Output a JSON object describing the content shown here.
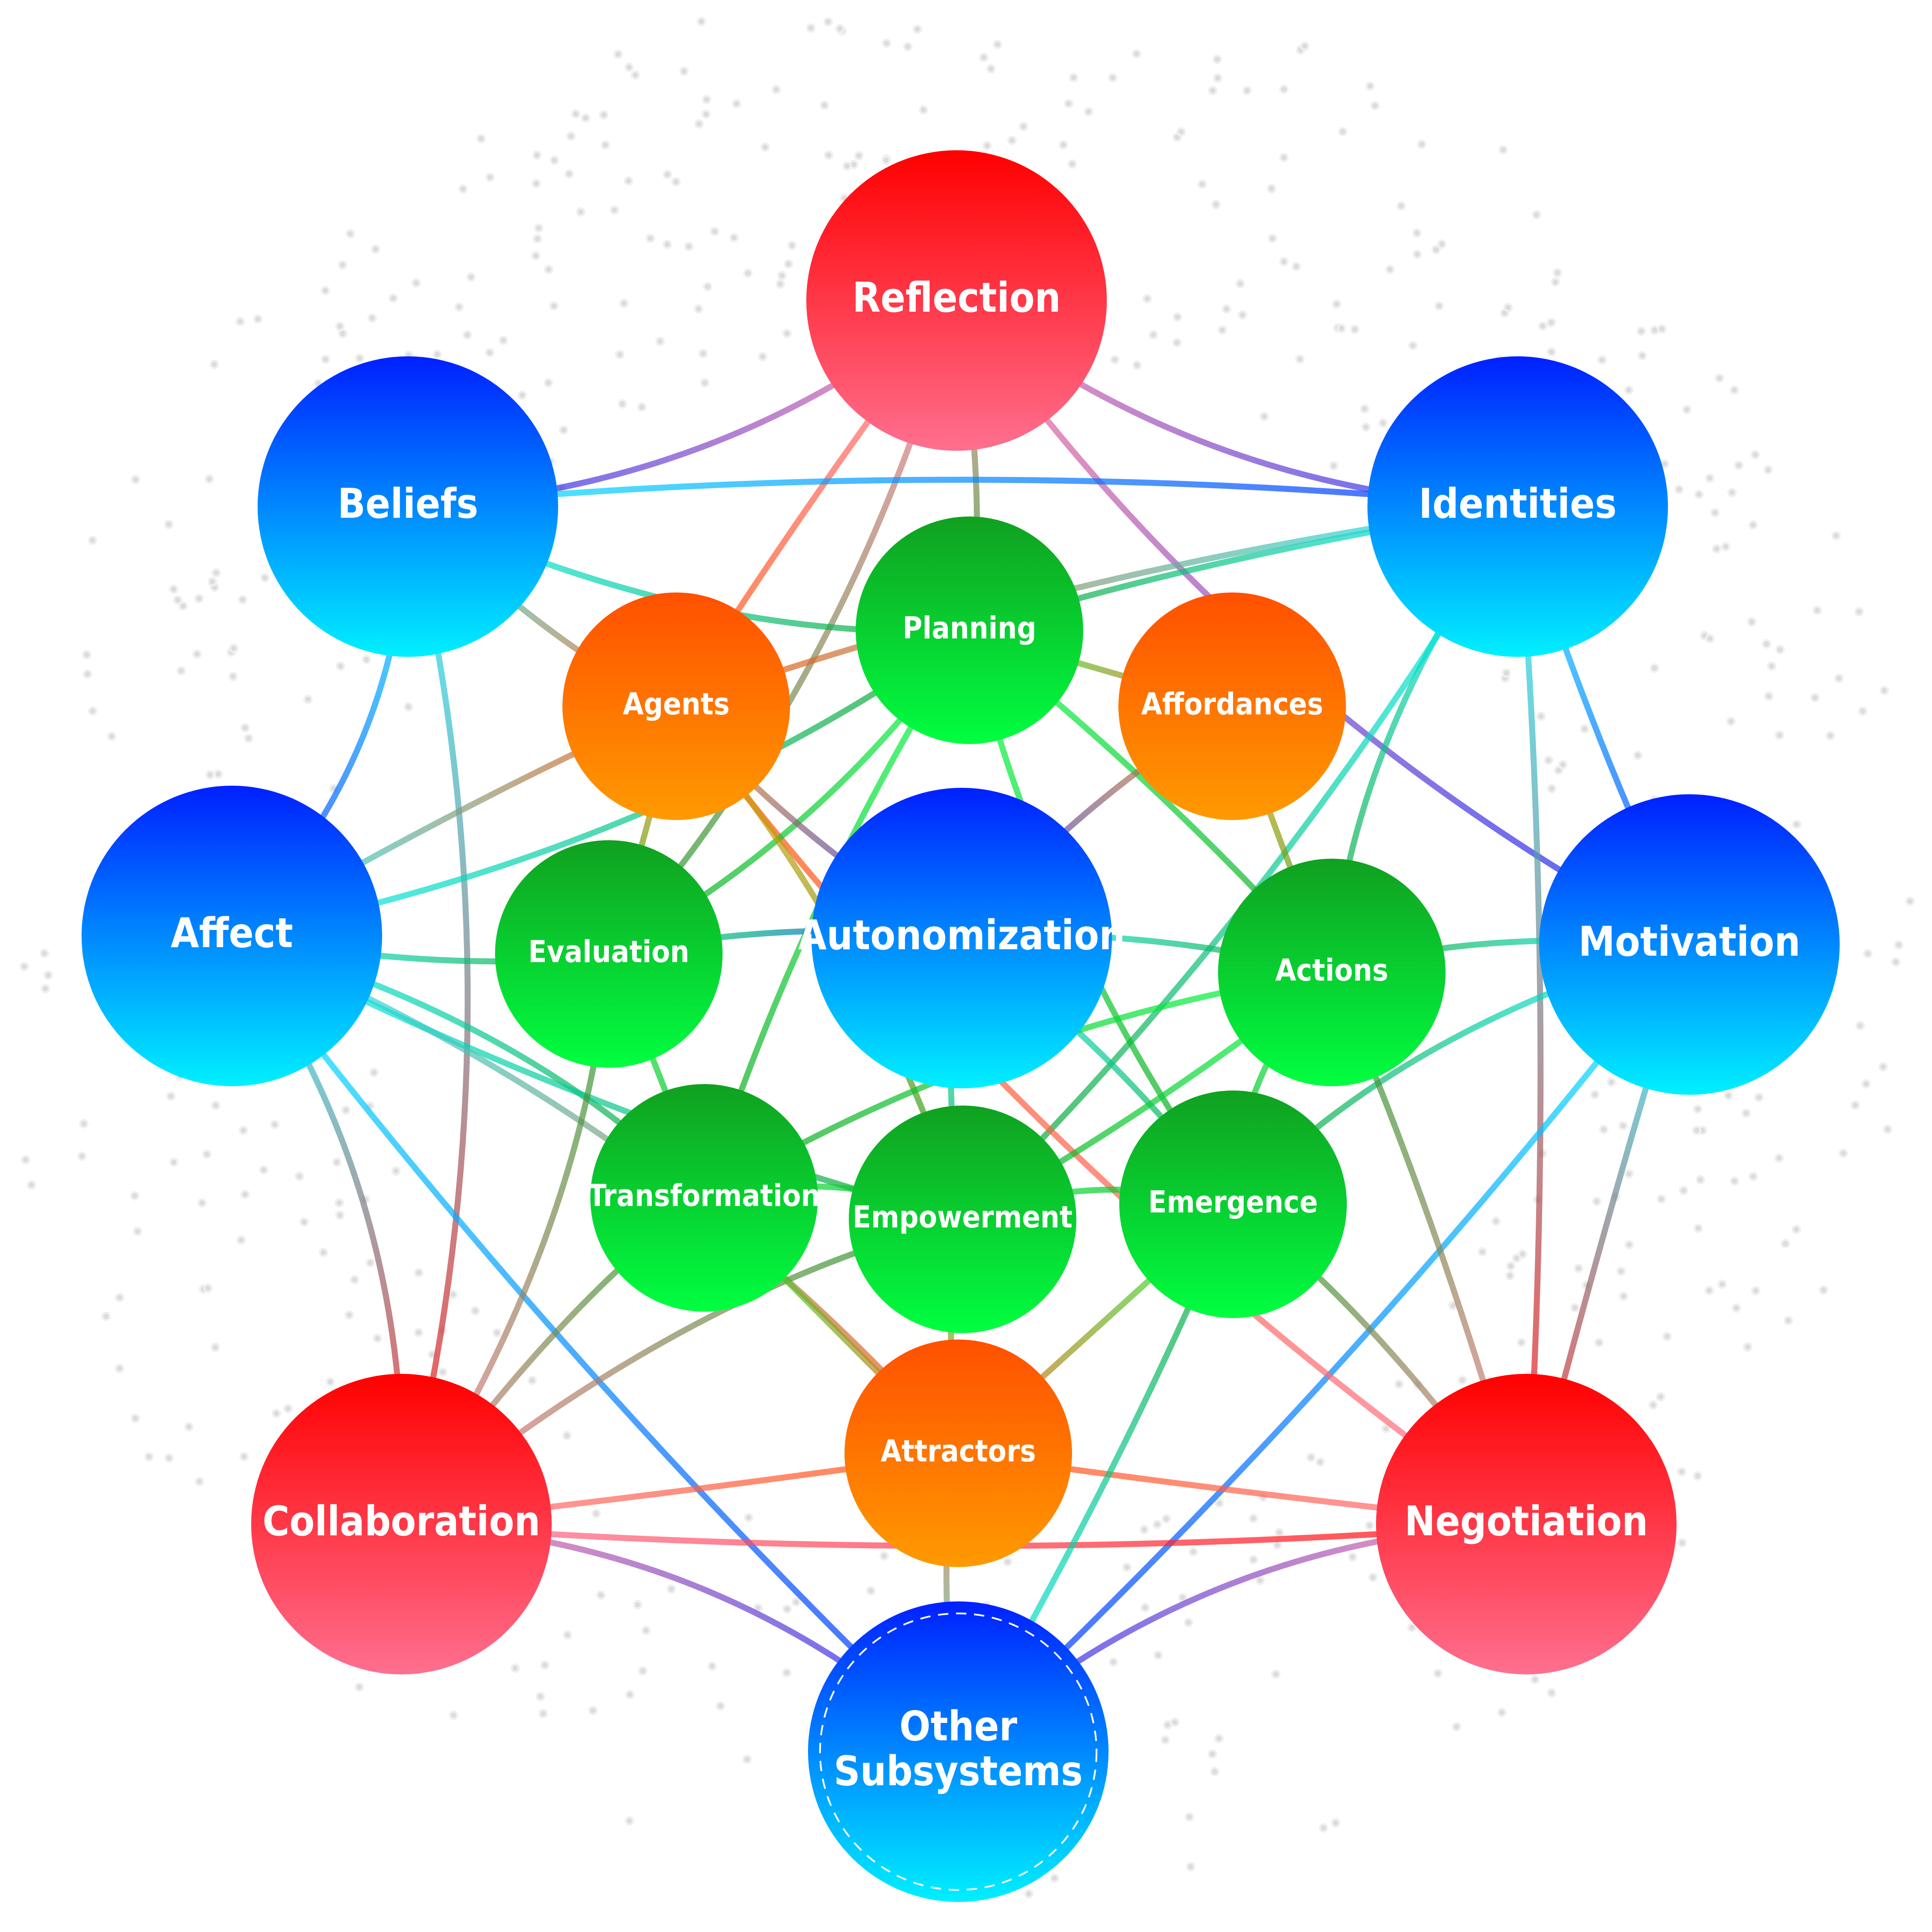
{
  "diagram": {
    "title": "Autonomization network",
    "center": {
      "id": "autonomization",
      "label": "Autonomization",
      "group": "blue"
    },
    "nodes": [
      {
        "id": "reflection",
        "label": "Reflection",
        "group": "red"
      },
      {
        "id": "beliefs",
        "label": "Beliefs",
        "group": "blue"
      },
      {
        "id": "identities",
        "label": "Identities",
        "group": "blue"
      },
      {
        "id": "affect",
        "label": "Affect",
        "group": "blue"
      },
      {
        "id": "motivation",
        "label": "Motivation",
        "group": "blue"
      },
      {
        "id": "collaboration",
        "label": "Collaboration",
        "group": "red"
      },
      {
        "id": "negotiation",
        "label": "Negotiation",
        "group": "red"
      },
      {
        "id": "other",
        "label": "Other Subsystems",
        "lines": [
          "Other",
          "Subsystems"
        ],
        "group": "blue",
        "dashed": true
      },
      {
        "id": "agents",
        "label": "Agents",
        "group": "orange"
      },
      {
        "id": "affordances",
        "label": "Affordances",
        "group": "orange"
      },
      {
        "id": "attractors",
        "label": "Attractors",
        "group": "orange"
      },
      {
        "id": "planning",
        "label": "Planning",
        "group": "green"
      },
      {
        "id": "evaluation",
        "label": "Evaluation",
        "group": "green"
      },
      {
        "id": "actions",
        "label": "Actions",
        "group": "green"
      },
      {
        "id": "transformation",
        "label": "Transformation",
        "group": "green"
      },
      {
        "id": "empowerment",
        "label": "Empowerment",
        "group": "green"
      },
      {
        "id": "emergence",
        "label": "Emergence",
        "group": "green"
      }
    ],
    "edges": [
      [
        "reflection",
        "beliefs"
      ],
      [
        "reflection",
        "identities"
      ],
      [
        "reflection",
        "planning"
      ],
      [
        "reflection",
        "agents"
      ],
      [
        "reflection",
        "evaluation"
      ],
      [
        "reflection",
        "motivation"
      ],
      [
        "beliefs",
        "identities"
      ],
      [
        "beliefs",
        "planning"
      ],
      [
        "beliefs",
        "affect"
      ],
      [
        "beliefs",
        "agents"
      ],
      [
        "beliefs",
        "collaboration"
      ],
      [
        "identities",
        "planning"
      ],
      [
        "identities",
        "motivation"
      ],
      [
        "identities",
        "actions"
      ],
      [
        "identities",
        "negotiation"
      ],
      [
        "identities",
        "agents"
      ],
      [
        "identities",
        "empowerment"
      ],
      [
        "affect",
        "evaluation"
      ],
      [
        "affect",
        "agents"
      ],
      [
        "affect",
        "planning"
      ],
      [
        "affect",
        "transformation"
      ],
      [
        "affect",
        "empowerment"
      ],
      [
        "affect",
        "collaboration"
      ],
      [
        "affect",
        "other"
      ],
      [
        "affect",
        "attractors"
      ],
      [
        "motivation",
        "actions"
      ],
      [
        "motivation",
        "negotiation"
      ],
      [
        "motivation",
        "emergence"
      ],
      [
        "motivation",
        "other"
      ],
      [
        "collaboration",
        "negotiation"
      ],
      [
        "collaboration",
        "other"
      ],
      [
        "collaboration",
        "evaluation"
      ],
      [
        "collaboration",
        "empowerment"
      ],
      [
        "collaboration",
        "attractors"
      ],
      [
        "collaboration",
        "transformation"
      ],
      [
        "negotiation",
        "other"
      ],
      [
        "negotiation",
        "attractors"
      ],
      [
        "negotiation",
        "emergence"
      ],
      [
        "negotiation",
        "agents"
      ],
      [
        "negotiation",
        "actions"
      ],
      [
        "other",
        "attractors"
      ],
      [
        "other",
        "emergence"
      ],
      [
        "planning",
        "affordances"
      ],
      [
        "planning",
        "transformation"
      ],
      [
        "planning",
        "evaluation"
      ],
      [
        "planning",
        "emergence"
      ],
      [
        "planning",
        "actions"
      ],
      [
        "agents",
        "evaluation"
      ],
      [
        "agents",
        "empowerment"
      ],
      [
        "agents",
        "autonomization"
      ],
      [
        "affordances",
        "actions"
      ],
      [
        "affordances",
        "autonomization"
      ],
      [
        "evaluation",
        "autonomization"
      ],
      [
        "evaluation",
        "transformation"
      ],
      [
        "autonomization",
        "actions"
      ],
      [
        "autonomization",
        "empowerment"
      ],
      [
        "autonomization",
        "emergence"
      ],
      [
        "actions",
        "emergence"
      ],
      [
        "actions",
        "empowerment"
      ],
      [
        "actions",
        "transformation"
      ],
      [
        "transformation",
        "empowerment"
      ],
      [
        "transformation",
        "attractors"
      ],
      [
        "empowerment",
        "emergence"
      ],
      [
        "empowerment",
        "attractors"
      ],
      [
        "emergence",
        "attractors"
      ]
    ],
    "colors": {
      "red": [
        "#ff0000",
        "#ff6f8f"
      ],
      "blue": [
        "#0020ff",
        "#00f0ff"
      ],
      "orange": [
        "#ff5000",
        "#ff9a00"
      ],
      "green": [
        "#10a020",
        "#00ff40"
      ],
      "dot": "#dcdcdc"
    }
  }
}
